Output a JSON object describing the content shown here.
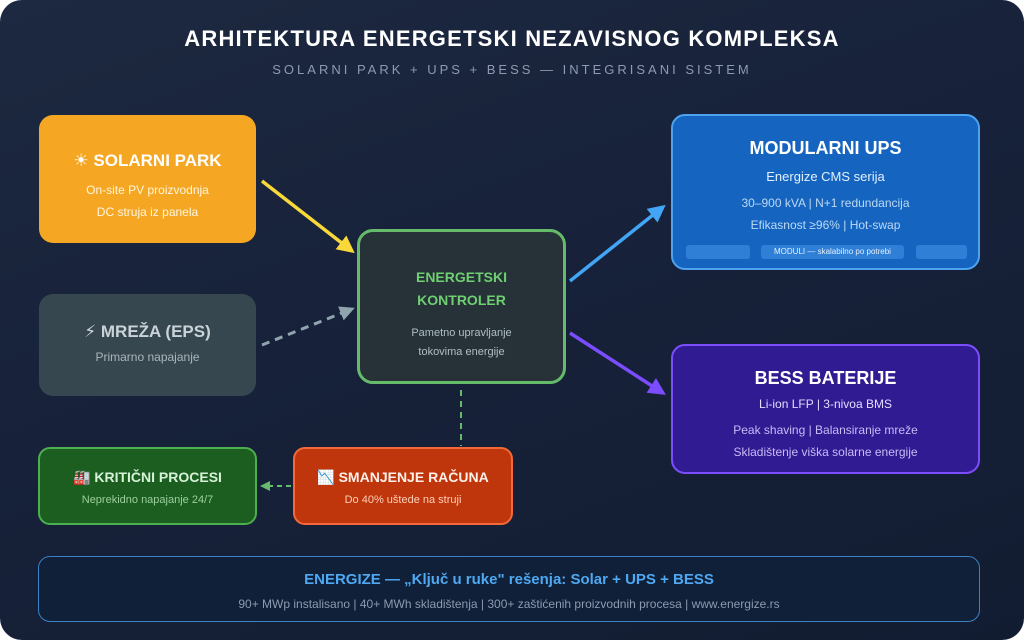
{
  "header": {
    "title": "ARHITEKTURA ENERGETSKI NEZAVISNOG KOMPLEKSA",
    "subtitle": "SOLARNI PARK + UPS + BESS — INTEGRISANI SISTEM"
  },
  "solar": {
    "icon": "sun-icon",
    "icon_glyph": "☀",
    "title": "SOLARNI PARK",
    "line1": "On-site PV proizvodnja",
    "line2": "DC struja iz panela"
  },
  "grid": {
    "icon": "lightning-icon",
    "icon_glyph": "⚡",
    "title": "MREŽA (EPS)",
    "line1": "Primarno napajanje"
  },
  "controller": {
    "title_line1": "ENERGETSKI",
    "title_line2": "KONTROLER",
    "line1": "Pametno upravljanje",
    "line2": "tokovima energije"
  },
  "ups": {
    "title": "MODULARNI UPS",
    "subtitle": "Energize CMS serija",
    "line1": "30–900 kVA | N+1 redundancija",
    "line2": "Efikasnost ≥96% | Hot-swap",
    "modules_label": "MODULI — skalabilno po potrebi"
  },
  "bess": {
    "title": "BESS BATERIJE",
    "subtitle": "Li-ion LFP | 3-nivoa BMS",
    "line1": "Peak shaving | Balansiranje mreže",
    "line2": "Skladištenje viška solarne energije"
  },
  "critical": {
    "icon": "factory-icon",
    "icon_glyph": "🏭",
    "title": "KRITIČNI PROCESI",
    "line1": "Neprekidno napajanje 24/7"
  },
  "cost": {
    "icon": "chart-down-icon",
    "icon_glyph": "📉",
    "title": "SMANJENJE RAČUNA",
    "line1": "Do 40% uštede na struji"
  },
  "footer": {
    "title": "ENERGIZE — „Ključ u ruke\" rešenja: Solar + UPS + BESS",
    "line1": "90+ MWp instalisano | 40+ MWh skladištenja | 300+ zaštićenih proizvodnih procesa | www.energize.rs"
  },
  "colors": {
    "solar": "#f5a623",
    "grid": "#37474f",
    "controller_border": "#66bb6a",
    "ups": "#1565c0",
    "bess": "#311b92",
    "critical": "#1b5e20",
    "cost": "#bf360c",
    "arrow_solar": "#f9d93a",
    "arrow_grid": "#90a4ae",
    "arrow_ups": "#42a5f5",
    "arrow_bess": "#7c4dff",
    "arrow_critical": "#66bb6a"
  }
}
